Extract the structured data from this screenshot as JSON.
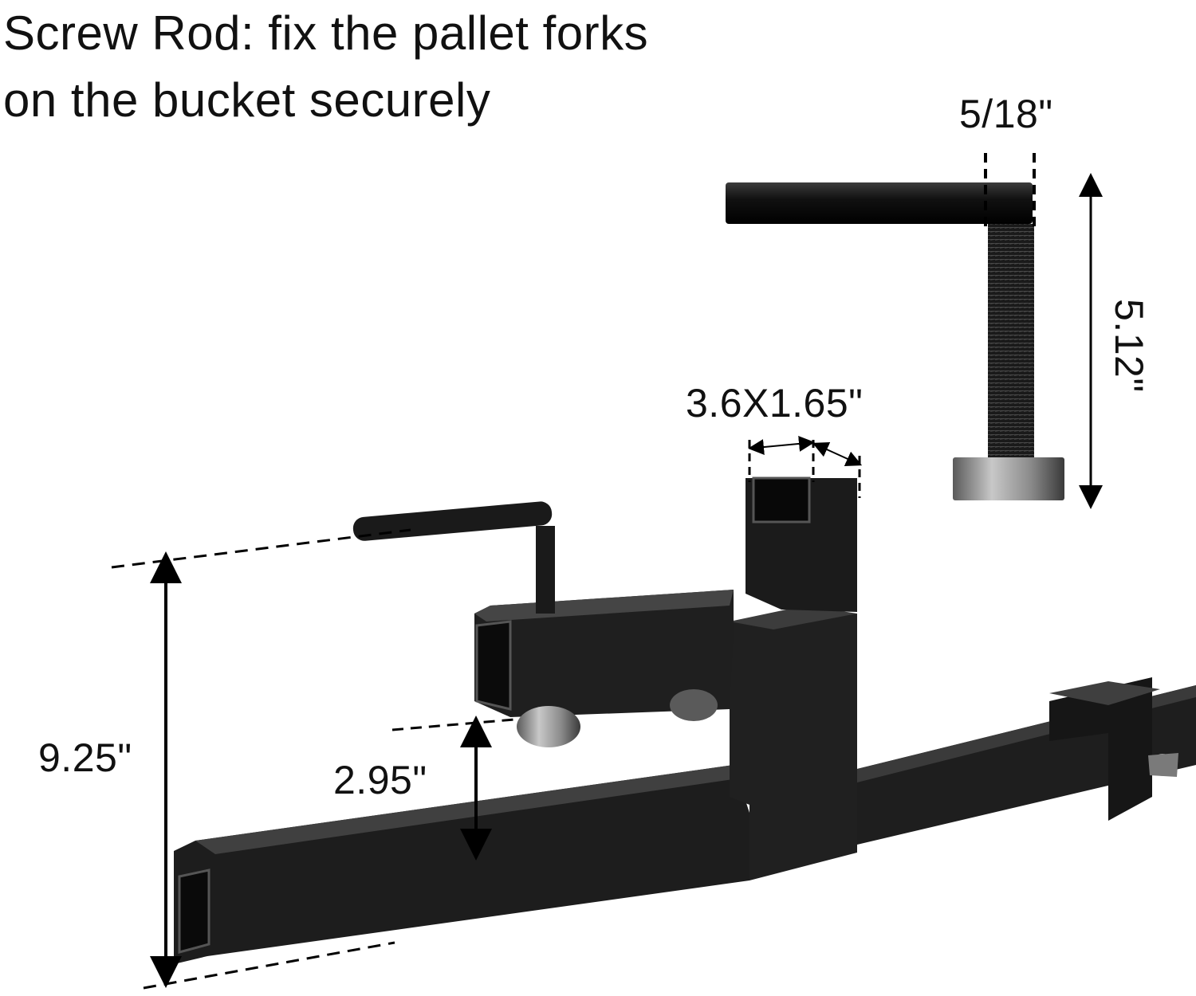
{
  "title": {
    "line1": "Screw Rod: fix the pallet forks",
    "line2": "on the bucket securely"
  },
  "dimensions": {
    "rod_diameter": "5/18\"",
    "rod_length": "5.12\"",
    "tube_size": "3.6X1.65\"",
    "overall_height": "9.25\"",
    "jaw_gap": "2.95\""
  },
  "colors": {
    "steel": "#1c1c1c",
    "steel_highlight": "#4a4a4a",
    "foot_pad": "#8a8a8a",
    "guide_line": "#000000"
  }
}
